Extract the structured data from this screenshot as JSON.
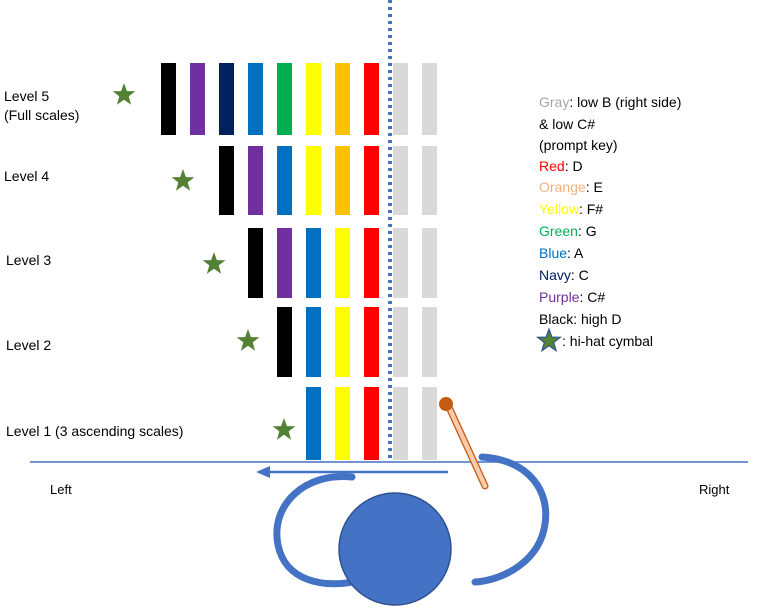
{
  "levels": [
    {
      "label": "Level 5",
      "sublabel": "(Full scales)",
      "bars": [
        "black",
        "purple",
        "navy",
        "blue",
        "green",
        "yellow",
        "orange",
        "red",
        "gray",
        "gray"
      ]
    },
    {
      "label": "Level 4",
      "sublabel": "",
      "bars": [
        "black",
        "purple",
        "blue",
        "yellow",
        "orange",
        "red",
        "gray",
        "gray"
      ]
    },
    {
      "label": "Level 3",
      "sublabel": "",
      "bars": [
        "black",
        "purple",
        "blue",
        "yellow",
        "red",
        "gray",
        "gray"
      ]
    },
    {
      "label": "Level 2",
      "sublabel": "",
      "bars": [
        "black",
        "blue",
        "yellow",
        "red",
        "gray",
        "gray"
      ]
    },
    {
      "label": "Level 1 (3 ascending scales)",
      "sublabel": "",
      "bars": [
        "blue",
        "yellow",
        "red",
        "gray",
        "gray"
      ]
    }
  ],
  "colors": {
    "black": "#000000",
    "purple": "#7030a0",
    "navy": "#002060",
    "blue": "#0070c0",
    "green": "#00b050",
    "yellow": "#ffff00",
    "orange": "#ffc000",
    "red": "#ff0000",
    "gray": "#d9d9d9",
    "star": "#548235",
    "line": "#4472c4",
    "mallet_head": "#c55a11",
    "mallet_handle": "#f8cbad"
  },
  "legend": [
    {
      "name": "Gray",
      "desc": ": low B (right side)",
      "color": "#a6a6a6"
    },
    {
      "name": "",
      "desc": "& low C#",
      "color": "#000000"
    },
    {
      "name": "",
      "desc": "(prompt key)",
      "color": "#000000"
    },
    {
      "name": "Red",
      "desc": ": D",
      "color": "#ff0000"
    },
    {
      "name": "Orange",
      "desc": ": E",
      "color": "#f4b183"
    },
    {
      "name": "Yellow",
      "desc": ":  F#",
      "color": "#ffff00"
    },
    {
      "name": "Green",
      "desc": ": G",
      "color": "#00b050"
    },
    {
      "name": "Blue",
      "desc": ": A",
      "color": "#0070c0"
    },
    {
      "name": "Navy",
      "desc": ": C",
      "color": "#002060"
    },
    {
      "name": "Purple",
      "desc": ": C#",
      "color": "#7030a0"
    },
    {
      "name": "Black",
      "desc": ": high D",
      "color": "#000000"
    }
  ],
  "star_legend": ": hi-hat cymbal",
  "left_label": "Left",
  "right_label": "Right"
}
